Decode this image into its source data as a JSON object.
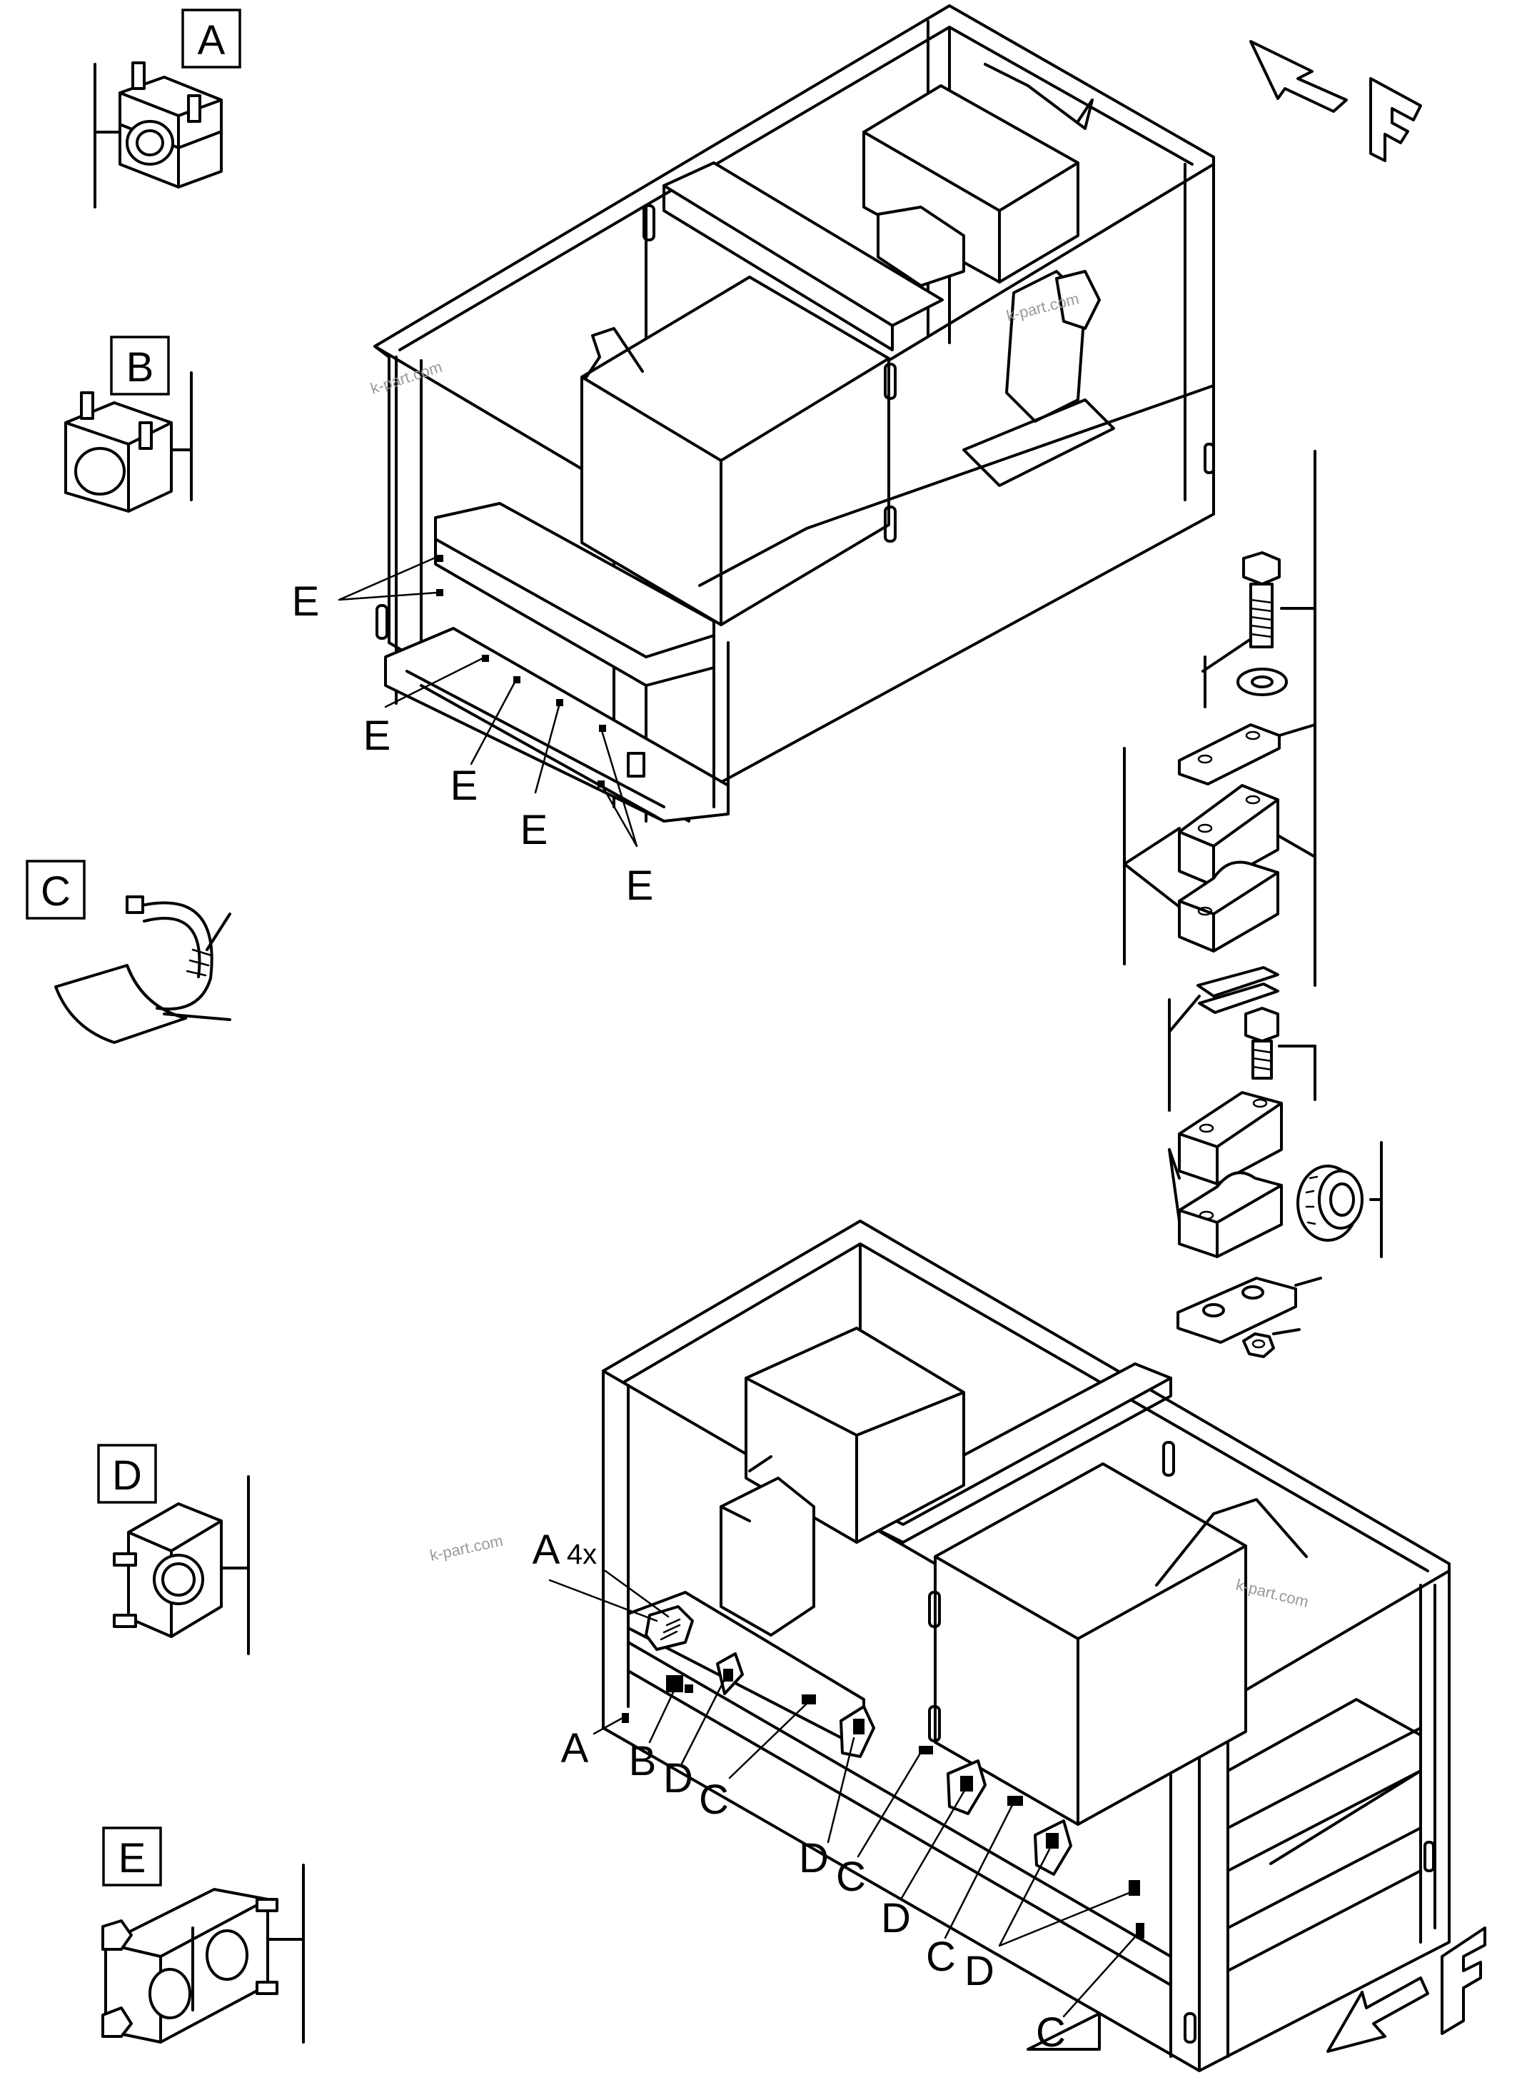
{
  "detail_labels": {
    "a": "A",
    "b": "B",
    "c": "C",
    "d": "D",
    "e": "E"
  },
  "direction_label": "F",
  "callouts_top": {
    "e1": "E",
    "e2": "E",
    "e3": "E",
    "e4": "E",
    "e5": "E"
  },
  "callouts_bottom": {
    "a_top": "A",
    "a_qty": "4x",
    "a": "A",
    "b": "B",
    "d1": "D",
    "c1": "C",
    "d2": "D",
    "c2": "C",
    "d3": "D",
    "c3": "C",
    "d4": "D",
    "c4": "C"
  },
  "watermarks": {
    "w1": "k-part.com",
    "w2": "k-part.com",
    "w3": "k-part.com",
    "w4": "k-part.com"
  }
}
